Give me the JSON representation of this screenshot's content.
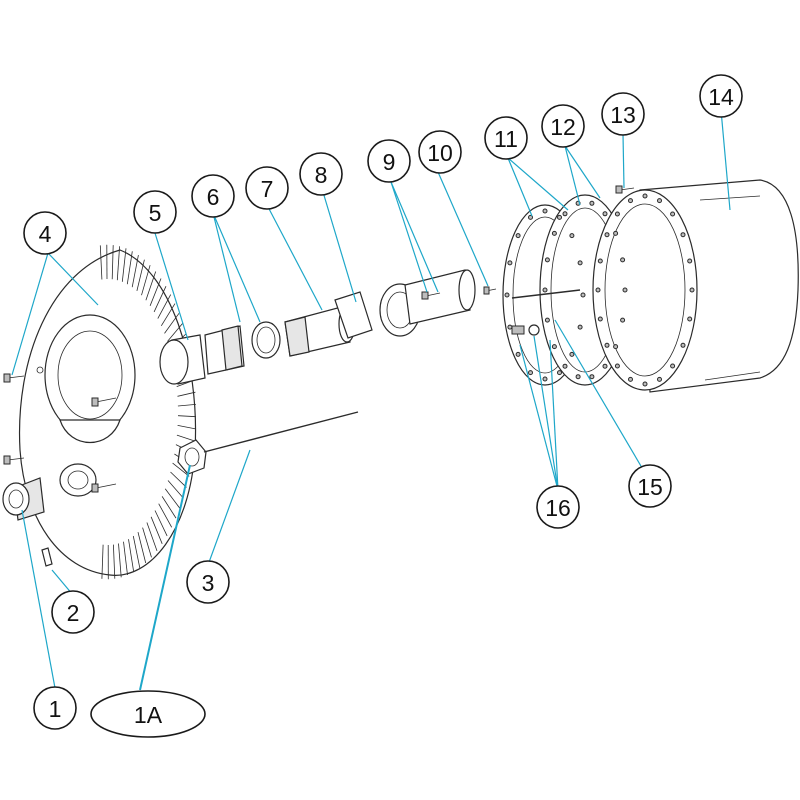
{
  "callouts": {
    "c1": "1",
    "c1a": "1A",
    "c2": "2",
    "c3": "3",
    "c4": "4",
    "c5": "5",
    "c6": "6",
    "c7": "7",
    "c8": "8",
    "c9": "9",
    "c10": "10",
    "c11": "11",
    "c12": "12",
    "c13": "13",
    "c14": "14",
    "c15": "15",
    "c16": "16"
  },
  "colors": {
    "leader": "#1ea7c9",
    "outline": "#2b2b2b",
    "background": "#ffffff"
  }
}
